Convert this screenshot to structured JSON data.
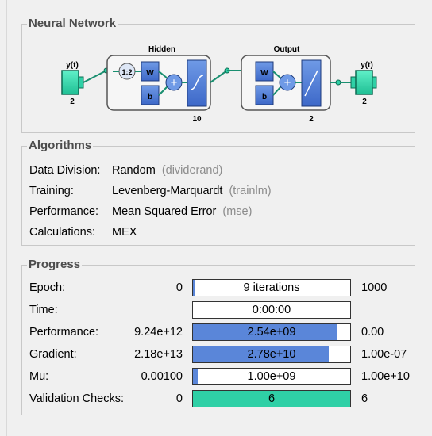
{
  "neural_network": {
    "title": "Neural Network",
    "input": {
      "label": "y(t)",
      "size": "2"
    },
    "hidden": {
      "label": "Hidden",
      "delay": "1:2",
      "weight": "W",
      "bias": "b",
      "neurons": "10"
    },
    "output_layer": {
      "label": "Output",
      "weight": "W",
      "bias": "b",
      "neurons": "2"
    },
    "output": {
      "label": "y(t)",
      "size": "2"
    }
  },
  "algorithms": {
    "title": "Algorithms",
    "rows": [
      {
        "label": "Data Division:",
        "value": "Random",
        "detail": "(dividerand)"
      },
      {
        "label": "Training:",
        "value": "Levenberg-Marquardt",
        "detail": "(trainlm)"
      },
      {
        "label": "Performance:",
        "value": "Mean Squared Error",
        "detail": "(mse)"
      },
      {
        "label": "Calculations:",
        "value": "MEX",
        "detail": ""
      }
    ]
  },
  "progress": {
    "title": "Progress",
    "rows": [
      {
        "label": "Epoch:",
        "min": "0",
        "text": "9 iterations",
        "max": "1000",
        "fill": 0.009,
        "color": "#5a86d9"
      },
      {
        "label": "Time:",
        "min": "",
        "text": "0:00:00",
        "max": "",
        "fill": 0,
        "color": "#5a86d9"
      },
      {
        "label": "Performance:",
        "min": "9.24e+12",
        "text": "2.54e+09",
        "max": "0.00",
        "fill": 0.915,
        "color": "#5a86d9"
      },
      {
        "label": "Gradient:",
        "min": "2.18e+13",
        "text": "2.78e+10",
        "max": "1.00e-07",
        "fill": 0.865,
        "color": "#5a86d9"
      },
      {
        "label": "Mu:",
        "min": "0.00100",
        "text": "1.00e+09",
        "max": "1.00e+10",
        "fill": 0.03,
        "color": "#5a86d9"
      },
      {
        "label": "Validation Checks:",
        "min": "0",
        "text": "6",
        "max": "6",
        "fill": 1.0,
        "color": "#2fd0a6"
      }
    ]
  }
}
